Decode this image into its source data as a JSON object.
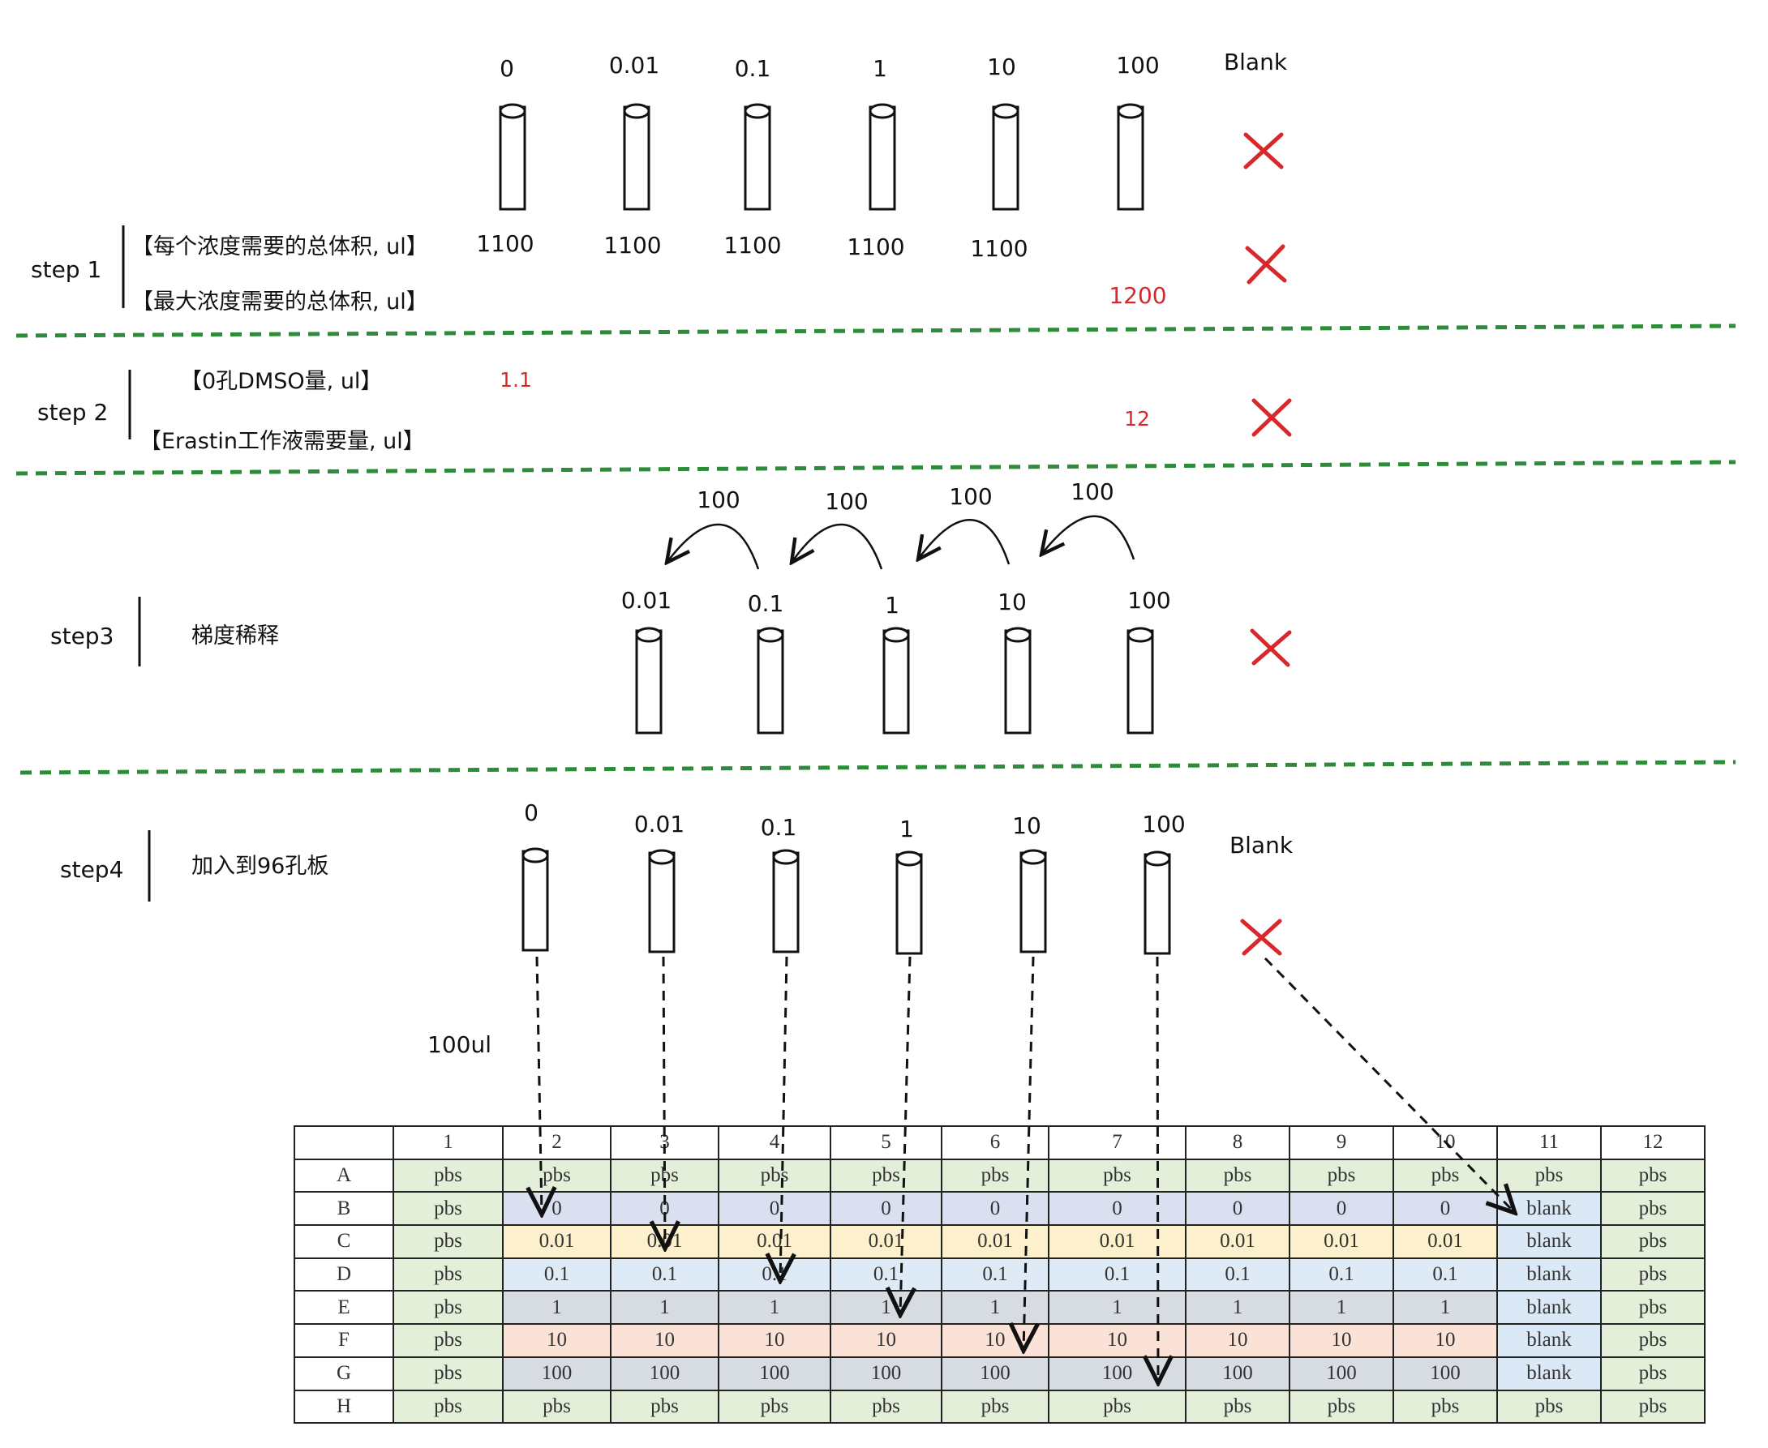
{
  "step1": {
    "label": "step 1",
    "concentrations": [
      "0",
      "0.01",
      "0.1",
      "1",
      "10",
      "100",
      "Blank"
    ],
    "row1_label": "【每个浓度需要的总体积, ul】",
    "row2_label": "【最大浓度需要的总体积, ul】",
    "volumes": [
      "1100",
      "1100",
      "1100",
      "1100",
      "1100"
    ],
    "max_volume": "1200"
  },
  "step2": {
    "label": "step 2",
    "row1_label": "【0孔DMSO量, ul】",
    "row2_label": "【Erastin工作液需要量, ul】",
    "dmso_value": "1.1",
    "erastin_value": "12"
  },
  "step3": {
    "label": "step3",
    "desc": "梯度稀释",
    "transfer_volumes": [
      "100",
      "100",
      "100",
      "100"
    ],
    "concentrations": [
      "0.01",
      "0.1",
      "1",
      "10",
      "100"
    ]
  },
  "step4": {
    "label": "step4",
    "desc": "加入到96孔板",
    "concentrations": [
      "0",
      "0.01",
      "0.1",
      "1",
      "10",
      "100"
    ],
    "blank_label": "Blank",
    "volume_label": "100ul"
  },
  "colors": {
    "divider": "#2e8b3a",
    "cross": "#d8282b",
    "pbs": "#e3efd9",
    "conc_0": "#dae0f0",
    "conc_0_01": "#fdf0cd",
    "conc_0_1": "#deeaf5",
    "conc_1": "#d7dbe2",
    "conc_10": "#fbe2d6",
    "conc_100": "#d7dbe2",
    "blank": "#dbe9f6"
  },
  "plate": {
    "col_headers": [
      "",
      "1",
      "2",
      "3",
      "4",
      "5",
      "6",
      "7",
      "8",
      "9",
      "10",
      "11",
      "12"
    ],
    "rows": [
      {
        "label": "A",
        "cells": [
          "pbs",
          "pbs",
          "pbs",
          "pbs",
          "pbs",
          "pbs",
          "pbs",
          "pbs",
          "pbs",
          "pbs",
          "pbs",
          "pbs"
        ]
      },
      {
        "label": "B",
        "cells": [
          "pbs",
          "0",
          "0",
          "0",
          "0",
          "0",
          "0",
          "0",
          "0",
          "0",
          "blank",
          "pbs"
        ]
      },
      {
        "label": "C",
        "cells": [
          "pbs",
          "0.01",
          "0.01",
          "0.01",
          "0.01",
          "0.01",
          "0.01",
          "0.01",
          "0.01",
          "0.01",
          "blank",
          "pbs"
        ]
      },
      {
        "label": "D",
        "cells": [
          "pbs",
          "0.1",
          "0.1",
          "0.1",
          "0.1",
          "0.1",
          "0.1",
          "0.1",
          "0.1",
          "0.1",
          "blank",
          "pbs"
        ]
      },
      {
        "label": "E",
        "cells": [
          "pbs",
          "1",
          "1",
          "1",
          "1",
          "1",
          "1",
          "1",
          "1",
          "1",
          "blank",
          "pbs"
        ]
      },
      {
        "label": "F",
        "cells": [
          "pbs",
          "10",
          "10",
          "10",
          "10",
          "10",
          "10",
          "10",
          "10",
          "10",
          "blank",
          "pbs"
        ]
      },
      {
        "label": "G",
        "cells": [
          "pbs",
          "100",
          "100",
          "100",
          "100",
          "100",
          "100",
          "100",
          "100",
          "100",
          "blank",
          "pbs"
        ]
      },
      {
        "label": "H",
        "cells": [
          "pbs",
          "pbs",
          "pbs",
          "pbs",
          "pbs",
          "pbs",
          "pbs",
          "pbs",
          "pbs",
          "pbs",
          "pbs",
          "pbs"
        ]
      }
    ]
  }
}
